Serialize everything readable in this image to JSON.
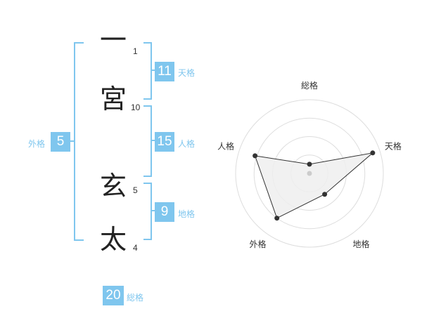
{
  "name_chars": [
    {
      "char": "一",
      "strokes": "1"
    },
    {
      "char": "宮",
      "strokes": "10"
    },
    {
      "char": "玄",
      "strokes": "5"
    },
    {
      "char": "太",
      "strokes": "4"
    }
  ],
  "fortunes": {
    "tenkaku": {
      "value": "11",
      "label": "天格"
    },
    "jinkaku": {
      "value": "15",
      "label": "人格"
    },
    "chikaku": {
      "value": "9",
      "label": "地格"
    },
    "gaikaku": {
      "value": "5",
      "label": "外格"
    },
    "soukaku": {
      "value": "20",
      "label": "総格"
    }
  },
  "colors": {
    "accent": "#7fc6ee",
    "badge": "#7fc6ee",
    "radar_fill": "#eeeeee"
  },
  "chart_data": {
    "type": "radar",
    "axes": [
      "総格",
      "天格",
      "地格",
      "外格",
      "人格"
    ],
    "rings": 4,
    "max": 4,
    "values": [
      0.5,
      3.6,
      1.4,
      3.0,
      3.1
    ],
    "center_marker": true
  }
}
